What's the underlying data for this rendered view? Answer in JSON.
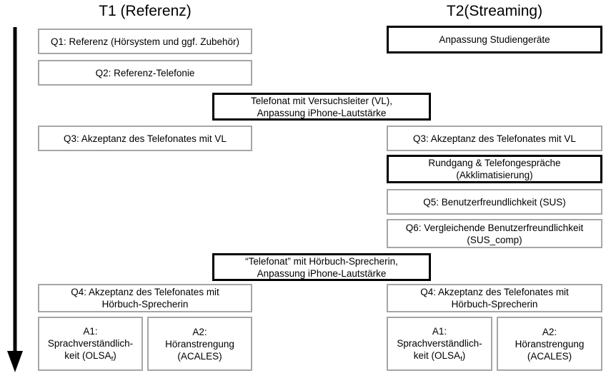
{
  "diagram": {
    "title_hidden": "",
    "columns": [
      {
        "id": "t1",
        "header": "T1 (Referenz)"
      },
      {
        "id": "t2",
        "header": "T2(Streaming)"
      }
    ],
    "arrow": {
      "name": "time-arrow",
      "direction": "down",
      "color": "#000000"
    },
    "colors": {
      "grey_border": "#a6a6a6",
      "black_border": "#000000",
      "background": "#ffffff",
      "text": "#000000"
    },
    "boxes": [
      {
        "id": "t1-q1",
        "column": "t1",
        "style": "grey",
        "lines": [
          "Q1: Referenz (Hörsystem und ggf. Zubehör)"
        ]
      },
      {
        "id": "t2-anpassung",
        "column": "t2",
        "style": "black",
        "lines": [
          "Anpassung Studiengeräte"
        ]
      },
      {
        "id": "t1-q2",
        "column": "t1",
        "style": "grey",
        "lines": [
          "Q2: Referenz-Telefonie"
        ]
      },
      {
        "id": "center-telefonat-vl",
        "column": "center",
        "style": "black",
        "lines": [
          "Telefonat mit Versuchsleiter (VL),",
          "Anpassung iPhone-Lautstärke"
        ]
      },
      {
        "id": "t1-q3",
        "column": "t1",
        "style": "grey",
        "lines": [
          "Q3: Akzeptanz des Telefonates mit VL"
        ]
      },
      {
        "id": "t2-q3",
        "column": "t2",
        "style": "grey",
        "lines": [
          "Q3: Akzeptanz des Telefonates mit VL"
        ]
      },
      {
        "id": "t2-rundgang",
        "column": "t2",
        "style": "black",
        "lines": [
          "Rundgang & Telefongespräche",
          "(Akklimatisierung)"
        ]
      },
      {
        "id": "t2-q5",
        "column": "t2",
        "style": "grey",
        "lines": [
          "Q5: Benutzerfreundlichkeit (SUS)"
        ]
      },
      {
        "id": "t2-q6",
        "column": "t2",
        "style": "grey",
        "lines": [
          "Q6: Vergleichende Benutzerfreundlichkeit",
          "(SUS_comp)"
        ]
      },
      {
        "id": "center-telefonat-hoerbuch",
        "column": "center",
        "style": "black",
        "lines": [
          "“Telefonat” mit Hörbuch-Sprecherin,",
          "Anpassung iPhone-Lautstärke"
        ]
      },
      {
        "id": "t1-q4",
        "column": "t1",
        "style": "grey",
        "lines": [
          "Q4: Akzeptanz des Telefonates mit",
          "Hörbuch-Sprecherin"
        ]
      },
      {
        "id": "t2-q4",
        "column": "t2",
        "style": "grey",
        "lines": [
          "Q4: Akzeptanz des Telefonates mit",
          "Hörbuch-Sprecherin"
        ]
      },
      {
        "id": "t1-a1",
        "column": "t1",
        "style": "grey",
        "lines": [
          "A1:",
          "Sprachverständlich-",
          "keit (OLSA_f)"
        ]
      },
      {
        "id": "t1-a2",
        "column": "t1",
        "style": "grey",
        "lines": [
          "A2:",
          "Höranstrengung",
          "(ACALES)"
        ]
      },
      {
        "id": "t2-a1",
        "column": "t2",
        "style": "grey",
        "lines": [
          "A1:",
          "Sprachverständlich-",
          "keit (OLSA_f)"
        ]
      },
      {
        "id": "t2-a2",
        "column": "t2",
        "style": "grey",
        "lines": [
          "A2:",
          "Höranstrengung",
          "(ACALES)"
        ]
      }
    ]
  }
}
